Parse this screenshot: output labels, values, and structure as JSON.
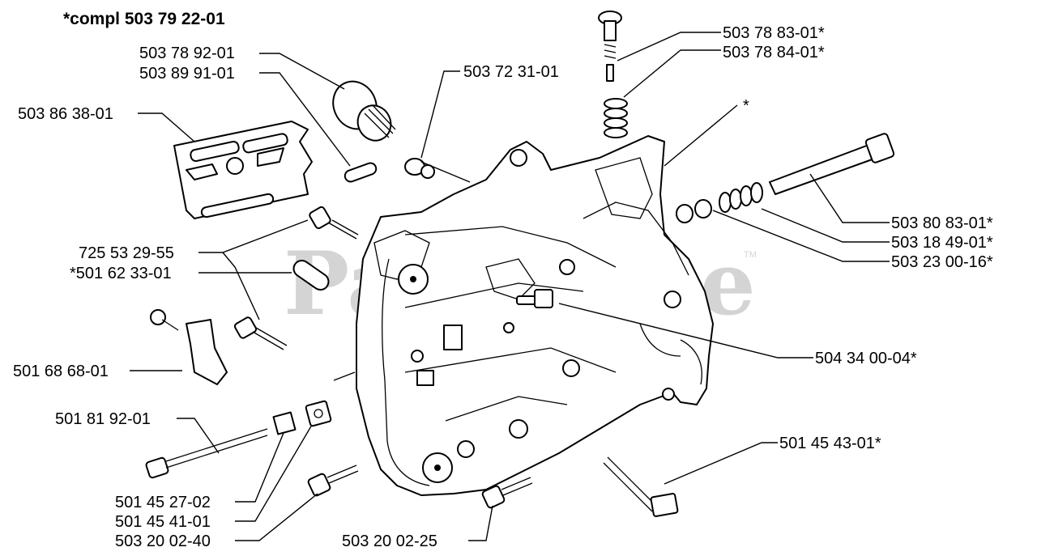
{
  "title": "*compl 503 79 22-01",
  "watermark": {
    "text": "PartsTree",
    "mark": "TM"
  },
  "labels": {
    "p_503_78_83_01": "503 78 83-01*",
    "p_503_78_84_01": "503 78 84-01*",
    "p_503_78_92_01": "503 78 92-01",
    "p_503_89_91_01": "503 89 91-01",
    "p_503_72_31_01": "503 72 31-01",
    "p_503_86_38_01": "503 86 38-01",
    "p_star": "*",
    "p_503_80_83_01": "503 80 83-01*",
    "p_503_18_49_01": "503 18 49-01*",
    "p_503_23_00_16": "503 23 00-16*",
    "p_725_53_29_55": "725 53 29-55",
    "p_501_62_33_01": "*501 62 33-01",
    "p_504_34_00_04": "504 34 00-04*",
    "p_501_68_68_01": "501 68 68-01",
    "p_501_81_92_01": "501 81 92-01",
    "p_501_45_43_01": "501 45 43-01*",
    "p_501_45_27_02": "501 45 27-02",
    "p_501_45_41_01": "501 45 41-01",
    "p_503_20_02_40": "503 20 02-40",
    "p_503_20_02_25": "503 20 02-25"
  }
}
